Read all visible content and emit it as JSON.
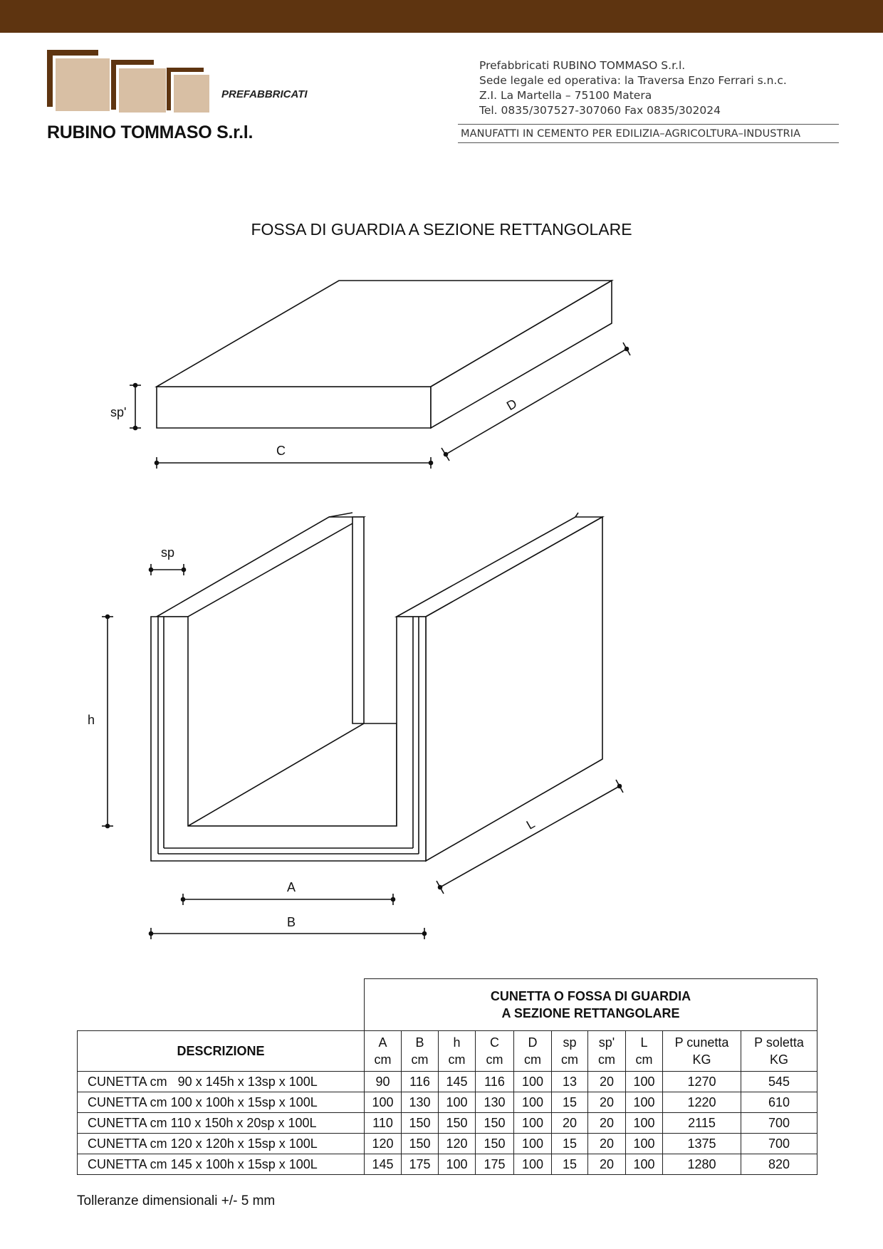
{
  "header": {
    "brand_sub": "PREFABBRICATI",
    "brand_name": "RUBINO TOMMASO S.r.l.",
    "company_lines": [
      "Prefabbricati RUBINO TOMMASO S.r.l.",
      "Sede legale ed operativa: la Traversa Enzo Ferrari s.n.c.",
      "Z.I. La Martella – 75100 Matera",
      "Tel. 0835/307527-307060 Fax 0835/302024"
    ],
    "tagline": "MANUFATTI IN CEMENTO PER EDILIZIA–AGRICOLTURA–INDUSTRIA",
    "colors": {
      "band": "#5e3410",
      "logo_fill": "#d8bfa4",
      "logo_frame": "#5e3410"
    }
  },
  "title": "FOSSA DI GUARDIA A SEZIONE RETTANGOLARE",
  "drawing": {
    "slab_labels": {
      "thickness": "sp'",
      "width": "C",
      "depth": "D"
    },
    "channel_labels": {
      "wall": "sp",
      "height": "h",
      "inner_width": "A",
      "outer_width": "B",
      "length": "L"
    }
  },
  "table": {
    "group_header": [
      "CUNETTA O FOSSA DI GUARDIA",
      "A SEZIONE RETTANGOLARE"
    ],
    "desc_header": "DESCRIZIONE",
    "columns": [
      {
        "name": "A",
        "unit": "cm"
      },
      {
        "name": "B",
        "unit": "cm"
      },
      {
        "name": "h",
        "unit": "cm"
      },
      {
        "name": "C",
        "unit": "cm"
      },
      {
        "name": "D",
        "unit": "cm"
      },
      {
        "name": "sp",
        "unit": "cm"
      },
      {
        "name": "sp'",
        "unit": "cm"
      },
      {
        "name": "L",
        "unit": "cm"
      },
      {
        "name": "P cunetta",
        "unit": "KG"
      },
      {
        "name": "P soletta",
        "unit": "KG"
      }
    ],
    "rows": [
      {
        "desc": "CUNETTA cm   90 x 145h x 13sp x 100L",
        "values": [
          "90",
          "116",
          "145",
          "116",
          "100",
          "13",
          "20",
          "100",
          "1270",
          "545"
        ]
      },
      {
        "desc": "CUNETTA cm 100 x 100h x 15sp x 100L",
        "values": [
          "100",
          "130",
          "100",
          "130",
          "100",
          "15",
          "20",
          "100",
          "1220",
          "610"
        ]
      },
      {
        "desc": "CUNETTA cm 110 x 150h x 20sp x 100L",
        "values": [
          "110",
          "150",
          "150",
          "150",
          "100",
          "20",
          "20",
          "100",
          "2115",
          "700"
        ]
      },
      {
        "desc": "CUNETTA cm 120 x 120h x 15sp x 100L",
        "values": [
          "120",
          "150",
          "120",
          "150",
          "100",
          "15",
          "20",
          "100",
          "1375",
          "700"
        ]
      },
      {
        "desc": "CUNETTA cm 145 x 100h x 15sp x 100L",
        "values": [
          "145",
          "175",
          "100",
          "175",
          "100",
          "15",
          "20",
          "100",
          "1280",
          "820"
        ]
      }
    ]
  },
  "tolerance": "Tolleranze dimensionali +/- 5 mm"
}
